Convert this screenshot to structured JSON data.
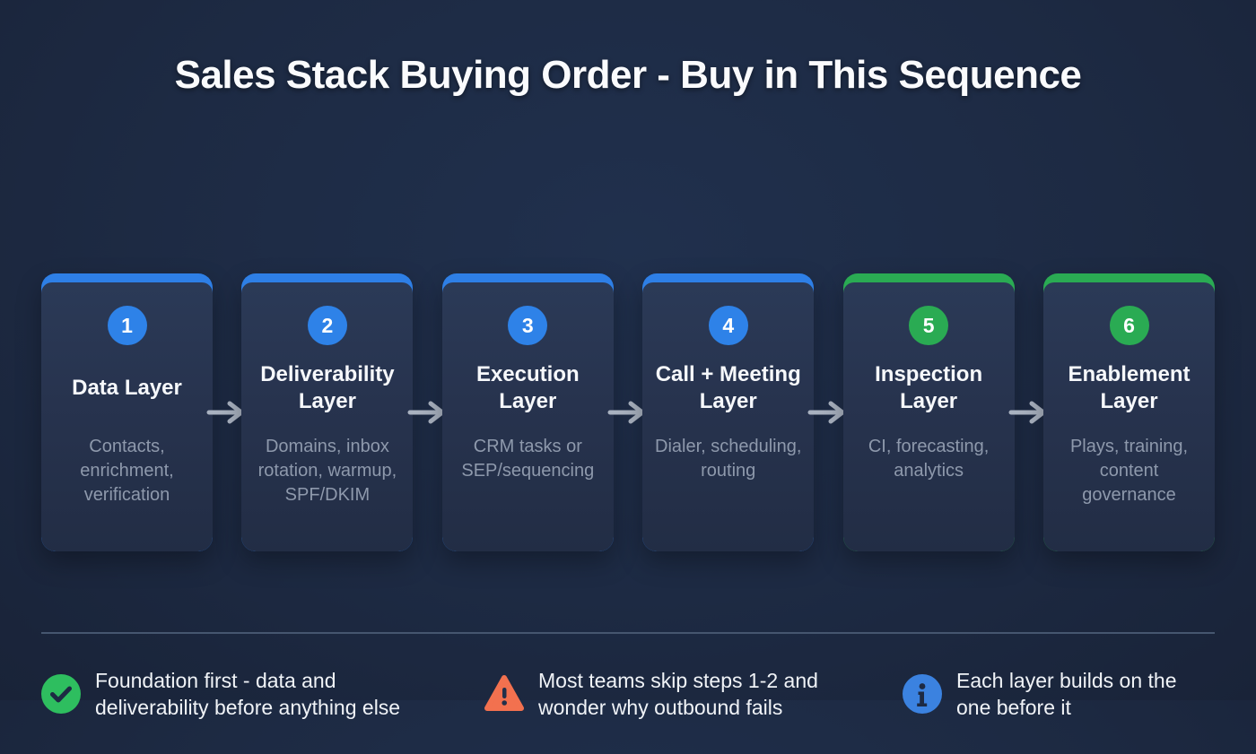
{
  "title": "Sales Stack Buying Order - Buy in This Sequence",
  "steps": [
    {
      "number": "1",
      "title": "Data Layer",
      "description": "Contacts, enrichment, verification",
      "accent": "blue"
    },
    {
      "number": "2",
      "title": "Deliverability Layer",
      "description": "Domains, inbox rotation, warmup, SPF/DKIM",
      "accent": "blue"
    },
    {
      "number": "3",
      "title": "Execution Layer",
      "description": "CRM tasks or SEP/sequencing",
      "accent": "blue"
    },
    {
      "number": "4",
      "title": "Call + Meeting Layer",
      "description": "Dialer, scheduling, routing",
      "accent": "blue"
    },
    {
      "number": "5",
      "title": "Inspection Layer",
      "description": "CI, forecasting, analytics",
      "accent": "green"
    },
    {
      "number": "6",
      "title": "Enablement Layer",
      "description": "Plays, training, content governance",
      "accent": "green"
    }
  ],
  "notes": [
    {
      "icon": "check-circle-icon",
      "text": "Foundation first - data and deliverability before anything else"
    },
    {
      "icon": "warning-triangle-icon",
      "text": "Most teams skip steps 1-2 and wonder why outbound fails"
    },
    {
      "icon": "info-circle-icon",
      "text": "Each layer builds on the one before it"
    }
  ],
  "colors": {
    "background": "#1d2a43",
    "card_body": "#27334e",
    "accent_blue": "#2e7fe6",
    "accent_green": "#2aab53",
    "arrow_gray": "#a9b2c0",
    "divider_gray": "#46566f",
    "description_text": "#8e99ac",
    "check_green": "#2ebe5f",
    "warning_orange": "#f2714f",
    "info_blue": "#3b82e0"
  }
}
